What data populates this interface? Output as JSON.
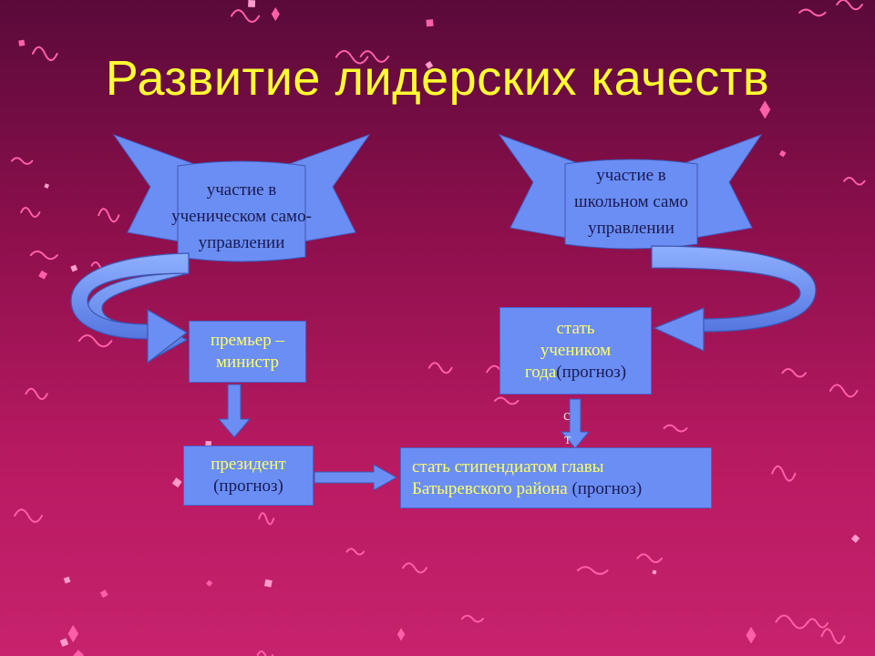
{
  "title": "Развитие лидерских качеств",
  "banner_left": {
    "line1": "участие в",
    "line2": "ученическом само-",
    "line3": "управлении"
  },
  "banner_right": {
    "line1": "участие в",
    "line2": "школьном само",
    "line3": "управлении"
  },
  "box_premier": {
    "line1": "премьер –",
    "line2": "министр"
  },
  "box_president": {
    "line1": "президент",
    "line2": "(прогноз)"
  },
  "box_student": {
    "line1": "стать",
    "line2": "учеником",
    "line3_a": "года",
    "line3_b": "(прогноз)"
  },
  "box_stipend": {
    "line1": "стать стипендиатом главы",
    "line2_a": "Батыревского района ",
    "line2_b": "(прогноз)"
  },
  "stray_glyphs": {
    "g1": "с",
    "g2": "т"
  },
  "colors": {
    "title": "#ffff33",
    "box_fill": "#6b8ef5",
    "background_top": "#5a0a3a",
    "background_bottom": "#c7226d",
    "confetti": "#ff5fa8"
  }
}
